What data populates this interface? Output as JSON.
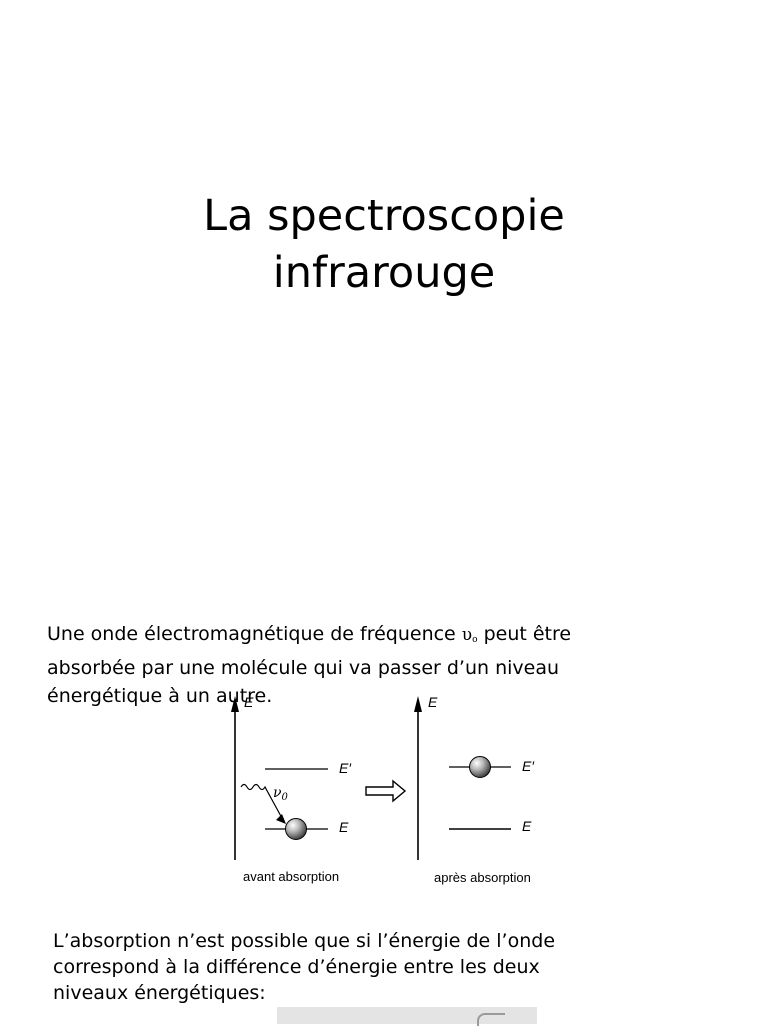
{
  "slide1": {
    "title_line1": "La spectroscopie",
    "title_line2": "infrarouge"
  },
  "slide2": {
    "paragraph": {
      "line1_before": "Une onde électromagnétique de fréquence ",
      "nu_symbol": "υ",
      "nu_subscript": "o",
      "line1_after": " peut être",
      "line2": "absorbée par une molécule qui va passer d’un niveau",
      "line3": "énergétique à un autre."
    },
    "figure": {
      "left_axis_label": "E",
      "right_axis_label": "E",
      "left_upper_level": "E′",
      "left_lower_level": "E",
      "right_upper_level": "E′",
      "right_lower_level": "E",
      "photon_label": "ν",
      "photon_subscript": "0",
      "caption_before": "avant absorption",
      "caption_after": "après absorption"
    },
    "paragraph2": {
      "line1": "L’absorption n’est possible que si l’énergie de l’onde",
      "line2": "correspond à la différence d’énergie entre les deux",
      "line3": "niveaux énergétiques:"
    }
  }
}
